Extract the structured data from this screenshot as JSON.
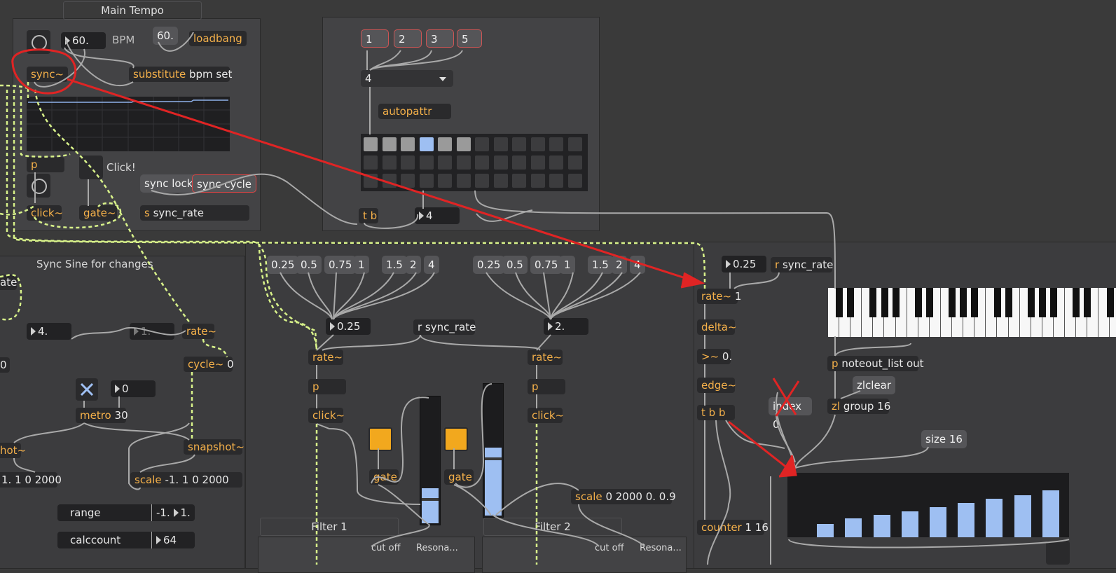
{
  "main_tempo": {
    "title": "Main Tempo",
    "bpm_value": "60.",
    "bpm_label": "BPM",
    "bpm_msg": "60.",
    "loadbang": "loadbang",
    "sync": "sync~",
    "substitute_name": "substitute",
    "substitute_args": "bpm set",
    "p_label": "p",
    "click_label": "Click!",
    "sync_lock": "sync lock",
    "sync_cycle": "sync cycle",
    "click_obj": "click~",
    "gate_obj": "gate~",
    "send_name": "s",
    "send_args": "sync_rate"
  },
  "pattern": {
    "msg_1": "1",
    "msg_2": "2",
    "msg_3": "3",
    "msg_5": "5",
    "umenu_value": "4",
    "autopattr": "autopattr",
    "tb": "t b",
    "num_4": "4",
    "steps": 12,
    "rows": 3,
    "on_cells": [
      0,
      1,
      2,
      4,
      5
    ],
    "active_cell": 3
  },
  "sync_sine": {
    "title": "Sync Sine for changes",
    "ate_fragment": "ate",
    "zero_fragment": "0",
    "num_4": "4.",
    "num_1": "1.",
    "rate": "rate~",
    "cycle_name": "cycle~",
    "cycle_arg": "0",
    "toggle_num": "0",
    "metro_name": "metro",
    "metro_arg": "30",
    "shot_fragment": "hot~",
    "snapshot": "snapshot~",
    "scale_left_fragment": "1. 1 0 2000",
    "scale_name": "scale",
    "scale_args": "-1. 1 0 2000",
    "range_label": "range",
    "range_value": "-1.",
    "range_value2": "1.",
    "calccount_label": "calccount",
    "calccount_value": "64"
  },
  "filters": {
    "left_msgs": [
      "0.25",
      "0.5",
      "0.75",
      "1",
      "1.5",
      "2",
      "4"
    ],
    "right_msgs": [
      "0.25",
      "0.5",
      "0.75",
      "1",
      "1.5",
      "2",
      "4"
    ],
    "left_num": "0.25",
    "right_num": "2.",
    "receive": "r sync_rate",
    "rate": "rate~",
    "p": "p",
    "click": "click~",
    "gate": "gate",
    "scale_name": "scale",
    "scale_args": "0 2000 0. 0.9",
    "filter1": "Filter 1",
    "filter2": "Filter 2",
    "cutoff": "cut off",
    "resonance": "Resona...",
    "slider1_level": 0.28,
    "slider2_level": 0.52
  },
  "sequencer": {
    "num": "0.25",
    "receive_r": "r",
    "receive_name": "sync_rate",
    "rate_name": "rate~",
    "rate_arg": "1",
    "delta": "delta~",
    "gte_name": ">~",
    "gte_arg": "0.",
    "edge": "edge~",
    "tbb": "t b b",
    "index": "index 0",
    "noteout_p": "p",
    "noteout_args": "noteout_list out",
    "zlclear": "zlclear",
    "zl_name": "zl",
    "zl_args": "group 16",
    "size": "size 16",
    "counter_name": "counter",
    "counter_args": "1 16",
    "bars": [
      0,
      0.27,
      0.37,
      0.45,
      0.52,
      0.6,
      0.68,
      0.76,
      0.84,
      0.93
    ],
    "colors": {
      "accent_blue": "#9ebff2",
      "annotation_red": "#e02424",
      "patch_yellow": "#d8f28a",
      "orange_text": "#f4b04a"
    }
  }
}
